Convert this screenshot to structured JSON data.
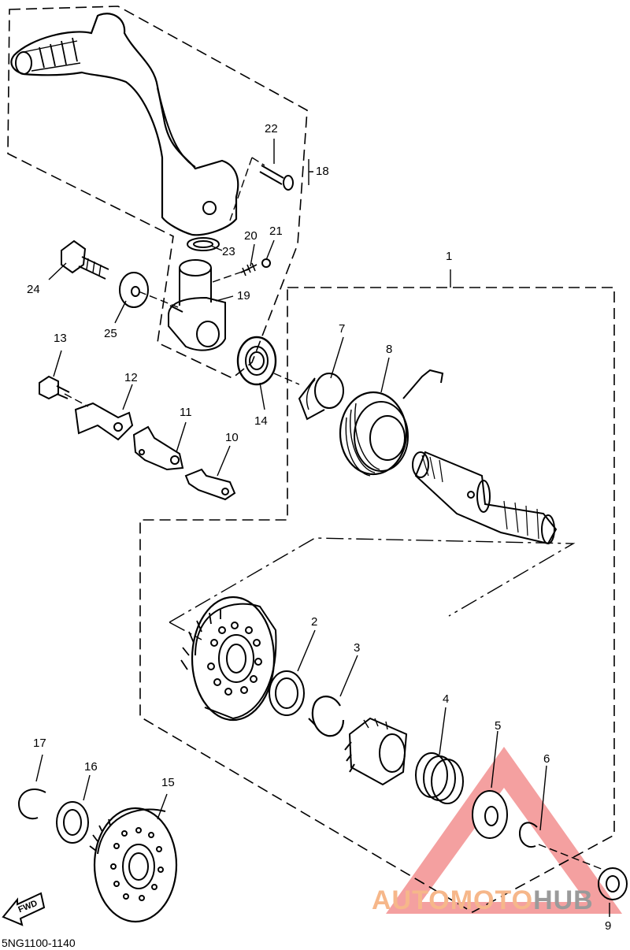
{
  "diagram_code": "5NG1100-1140",
  "fwd_label": "FWD",
  "watermark": {
    "part1": "AUTOMOTO",
    "part2": "HUB"
  },
  "callouts": {
    "c1": "1",
    "c2": "2",
    "c3": "3",
    "c4": "4",
    "c5": "5",
    "c6": "6",
    "c7": "7",
    "c8": "8",
    "c9": "9",
    "c10": "10",
    "c11": "11",
    "c12": "12",
    "c13": "13",
    "c14": "14",
    "c15": "15",
    "c16": "16",
    "c17": "17",
    "c18": "18",
    "c19": "19",
    "c20": "20",
    "c21": "21",
    "c22": "22",
    "c23": "23",
    "c24": "24",
    "c25": "25"
  },
  "colors": {
    "line": "#000000",
    "watermark_triangle": "#f08080",
    "watermark_text": "#f6b78a",
    "watermark_text2": "#9a9a9a"
  }
}
